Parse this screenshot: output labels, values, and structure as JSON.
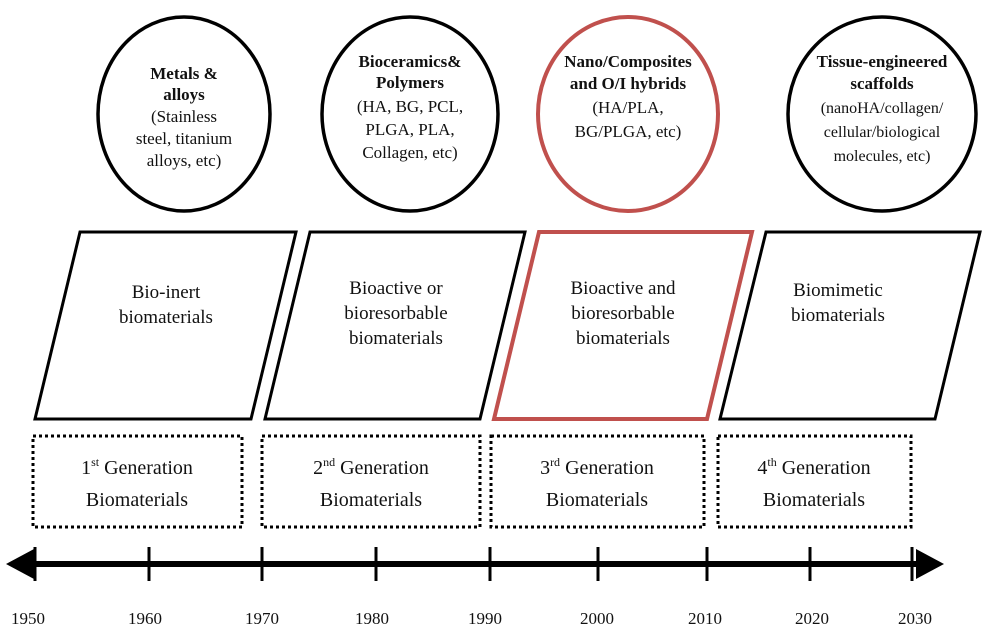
{
  "colors": {
    "stroke": "#000000",
    "highlight": "#c0504d",
    "text": "#111111",
    "background": "#ffffff"
  },
  "columns": [
    {
      "material_title": [
        "Metals &",
        "alloys"
      ],
      "material_examples": [
        "(Stainless",
        "steel, titanium",
        "alloys, etc)"
      ],
      "property": [
        "Bio-inert",
        "biomaterials"
      ],
      "generation_ordinal": "1",
      "generation_suffix": "st",
      "generation_word": "Generation",
      "generation_line2": "Biomaterials",
      "highlighted": false
    },
    {
      "material_title": [
        "Bioceramics&",
        "Polymers"
      ],
      "material_examples": [
        "(HA, BG, PCL,",
        "PLGA, PLA,",
        "Collagen, etc)"
      ],
      "property": [
        "Bioactive or",
        "bioresorbable",
        "biomaterials"
      ],
      "generation_ordinal": "2",
      "generation_suffix": "nd",
      "generation_word": "Generation",
      "generation_line2": "Biomaterials",
      "highlighted": false
    },
    {
      "material_title": [
        "Nano/Composites",
        "and O/I hybrids"
      ],
      "material_examples": [
        "(HA/PLA,",
        "BG/PLGA, etc)"
      ],
      "property": [
        "Bioactive and",
        "bioresorbable",
        "biomaterials"
      ],
      "generation_ordinal": "3",
      "generation_suffix": "rd",
      "generation_word": "Generation",
      "generation_line2": "Biomaterials",
      "highlighted": true
    },
    {
      "material_title": [
        "Tissue-engineered",
        "scaffolds"
      ],
      "material_examples": [
        "(nanoHA/collagen/",
        "cellular/biological",
        "molecules, etc)"
      ],
      "property": [
        "Biomimetic",
        "biomaterials"
      ],
      "generation_ordinal": "4",
      "generation_suffix": "th",
      "generation_word": "Generation",
      "generation_line2": "Biomaterials",
      "highlighted": false
    }
  ],
  "timeline": {
    "years": [
      "1950",
      "1960",
      "1970",
      "1980",
      "1990",
      "2000",
      "2010",
      "2020",
      "2030"
    ]
  }
}
